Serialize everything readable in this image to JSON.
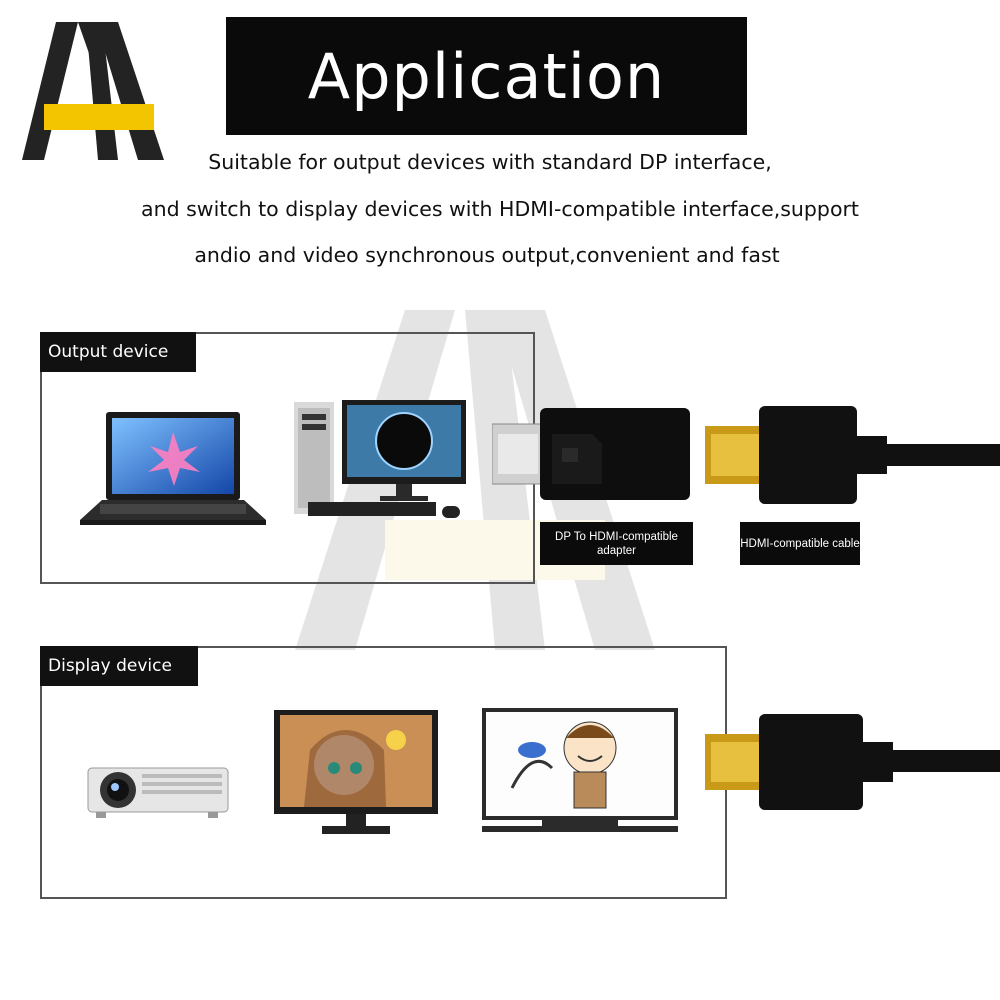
{
  "header": {
    "title": "Application"
  },
  "description": {
    "line1": "Suitable for output devices with standard DP interface,",
    "line2": "and switch to display devices with HDMI-compatible interface,support",
    "line3": "andio and video synchronous output,convenient and fast"
  },
  "output_section": {
    "label": "Output device"
  },
  "display_section": {
    "label": "Display device"
  },
  "captions": {
    "adapter": "DP To HDMI-compatible adapter",
    "cable": "HDMI-compatible cable"
  },
  "colors": {
    "accent": "#f2c500",
    "dark": "#1c1c1c",
    "gold": "#d4a017"
  }
}
